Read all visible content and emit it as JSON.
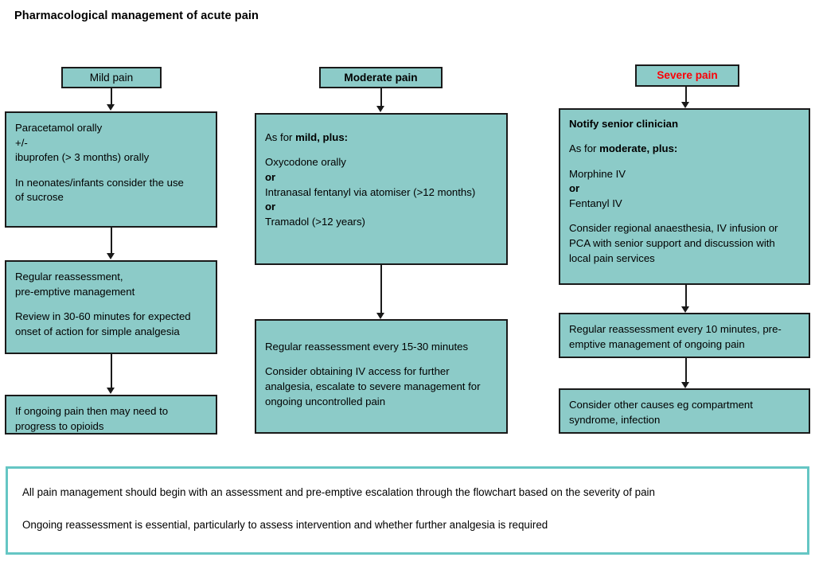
{
  "title": "Pharmacological management of acute pain",
  "colors": {
    "box_fill": "#8ccbc8",
    "box_border": "#1a1a1a",
    "severe_header_text": "#fb0007",
    "footer_border": "#65c6c4"
  },
  "columns": {
    "mild": {
      "header": "Mild pain",
      "box1": {
        "line1": "Paracetamol orally",
        "line2": "+/-",
        "line3": "ibuprofen (> 3 months) orally",
        "line4": "In neonates/infants consider the use",
        "line5": "of sucrose"
      },
      "box2": {
        "line1": "Regular reassessment,",
        "line2": "pre-emptive management",
        "line3": "Review in 30-60 minutes for expected",
        "line4": "onset of action for simple analgesia"
      },
      "box3": {
        "line1": "If ongoing pain then may need to",
        "line2": "progress to opioids"
      }
    },
    "moderate": {
      "header": "Moderate pain",
      "box1": {
        "intro_prefix": "As for ",
        "intro_bold": "mild, plus:",
        "drug1": "Oxycodone orally",
        "or1": "or",
        "drug2": "Intranasal fentanyl via atomiser (>12 months)",
        "or2": "or",
        "drug3": "Tramadol (>12 years)"
      },
      "box2": {
        "line1": "Regular reassessment every 15-30 minutes",
        "line2": "Consider obtaining IV access for further",
        "line3": "analgesia, escalate to severe management for",
        "line4": "ongoing uncontrolled pain"
      }
    },
    "severe": {
      "header": "Severe pain",
      "box1": {
        "notify": "Notify senior clinician",
        "intro_prefix": "As for ",
        "intro_bold": "moderate, plus:",
        "drug1": "Morphine IV",
        "or1": "or",
        "drug2": "Fentanyl IV",
        "consider1": "Consider regional anaesthesia, IV infusion or",
        "consider2": "PCA with senior support and discussion with",
        "consider3": "local pain services"
      },
      "box2": {
        "line1": "Regular reassessment every 10 minutes, pre-",
        "line2": "emptive management of ongoing pain"
      },
      "box3": {
        "line1": "Consider other causes eg compartment",
        "line2": "syndrome, infection"
      }
    }
  },
  "footer": {
    "line1": "All pain management should begin with an assessment and pre-emptive escalation through the flowchart based on the severity of pain",
    "line2": "Ongoing reassessment is essential, particularly to assess intervention and whether further analgesia is required"
  }
}
